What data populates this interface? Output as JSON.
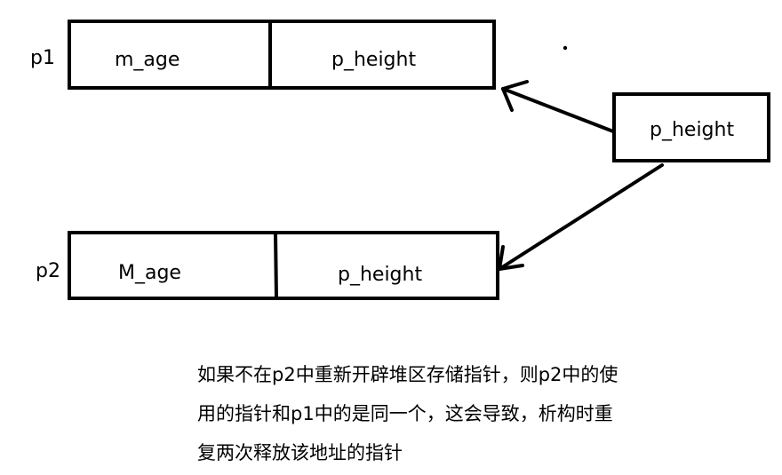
{
  "row1": {
    "label": "p1",
    "field_age": "m_age",
    "field_height": "p_height"
  },
  "row2": {
    "label": "p2",
    "field_age": "M_age",
    "field_height": "p_height"
  },
  "pointer_target": {
    "label": "p_height"
  },
  "caption": {
    "lines": [
      "如果不在p2中重新开辟堆区存储指针，则p2中的使",
      "用的指针和p1中的是同一个，这会导致，析构时重",
      "复两次释放该地址的指针"
    ]
  }
}
